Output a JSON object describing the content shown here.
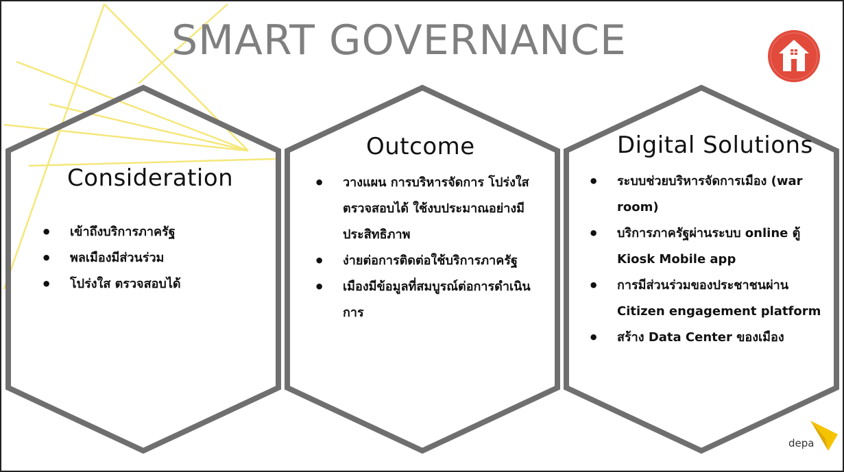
{
  "slide": {
    "title": "SMART GOVERNANCE",
    "home_icon": "home-icon",
    "logo_text": "depa",
    "colors": {
      "title": "#7f7f7f",
      "hexagon_border": "#6f6f6f",
      "accent_lines": "#f5e77a",
      "home_button": "#e24a3b",
      "logo_arrow": "#f5c400"
    }
  },
  "columns": [
    {
      "heading": "Consideration",
      "bullets": [
        "เข้าถึงบริการภาครัฐ",
        "พลเมืองมีส่วนร่วม",
        "โปร่งใส ตรวจสอบได้"
      ]
    },
    {
      "heading": "Outcome",
      "bullets": [
        "วางแผน การบริหารจัดการ โปร่งใสตรวจสอบได้ ใช้งบประมาณอย่างมีประสิทธิภาพ",
        "ง่ายต่อการติดต่อใช้บริการภาครัฐ",
        "เมืองมีข้อมูลที่สมบูรณ์ต่อการดำเนินการ"
      ]
    },
    {
      "heading": "Digital Solutions",
      "bullets": [
        "ระบบช่วยบริหารจัดการเมือง (war room)",
        "บริการภาครัฐผ่านระบบ online ตู้ Kiosk Mobile app",
        "การมีส่วนร่วมของประชาชนผ่าน Citizen engagement platform",
        "สร้าง Data Center ของเมือง"
      ]
    }
  ]
}
